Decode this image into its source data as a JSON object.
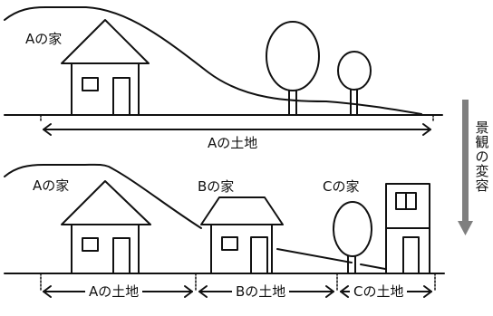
{
  "top_scene": {
    "house_label": "Aの家",
    "land_label": "Aの土地"
  },
  "bottom_scene": {
    "house_a_label": "Aの家",
    "house_b_label": "Bの家",
    "house_c_label": "Cの家",
    "land_a_label": "Aの土地",
    "land_b_label": "Bの土地",
    "land_c_label": "Cの土地"
  },
  "side_caption": [
    "景",
    "観",
    "の",
    "変",
    "容"
  ],
  "colors": {
    "line": "#111111",
    "arrow": "#7f7f7f"
  }
}
